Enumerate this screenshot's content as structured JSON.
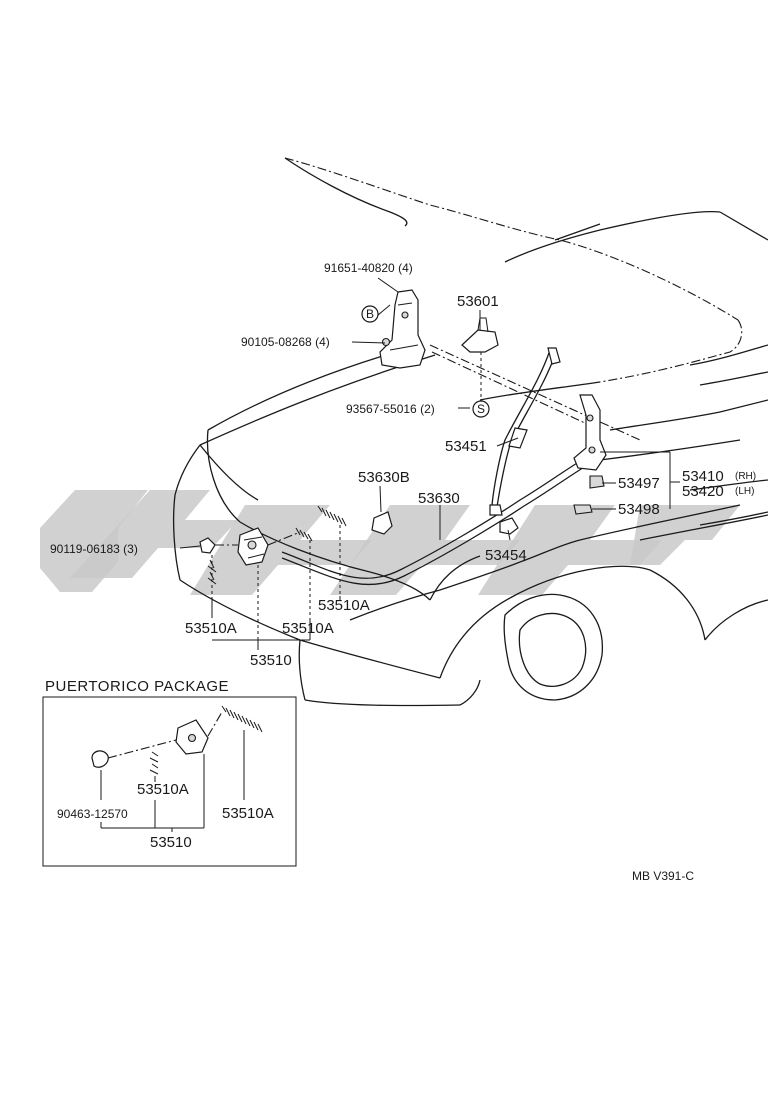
{
  "diagram": {
    "labels": {
      "p91651": "91651-40820 (4)",
      "p90105": "90105-08268 (4)",
      "p53601": "53601",
      "p93567": "93567-55016 (2)",
      "p53451": "53451",
      "p53630B": "53630B",
      "p53630": "53630",
      "p53497": "53497",
      "p53498": "53498",
      "p53410": "53410",
      "p53410_side": "(RH)",
      "p53420": "53420",
      "p53420_side": "(LH)",
      "p90119": "90119-06183 (3)",
      "p53454": "53454",
      "p53510A_a": "53510A",
      "p53510A_b": "53510A",
      "p53510A_c": "53510A",
      "p53510": "53510"
    },
    "callouts": {
      "b_mark": "B",
      "s_mark": "S"
    },
    "inset": {
      "title": "PUERTORICO PACKAGE",
      "p90463": "90463-12570",
      "p53510A_a": "53510A",
      "p53510A_b": "53510A",
      "p53510": "53510"
    },
    "code": "MB V391-C"
  }
}
